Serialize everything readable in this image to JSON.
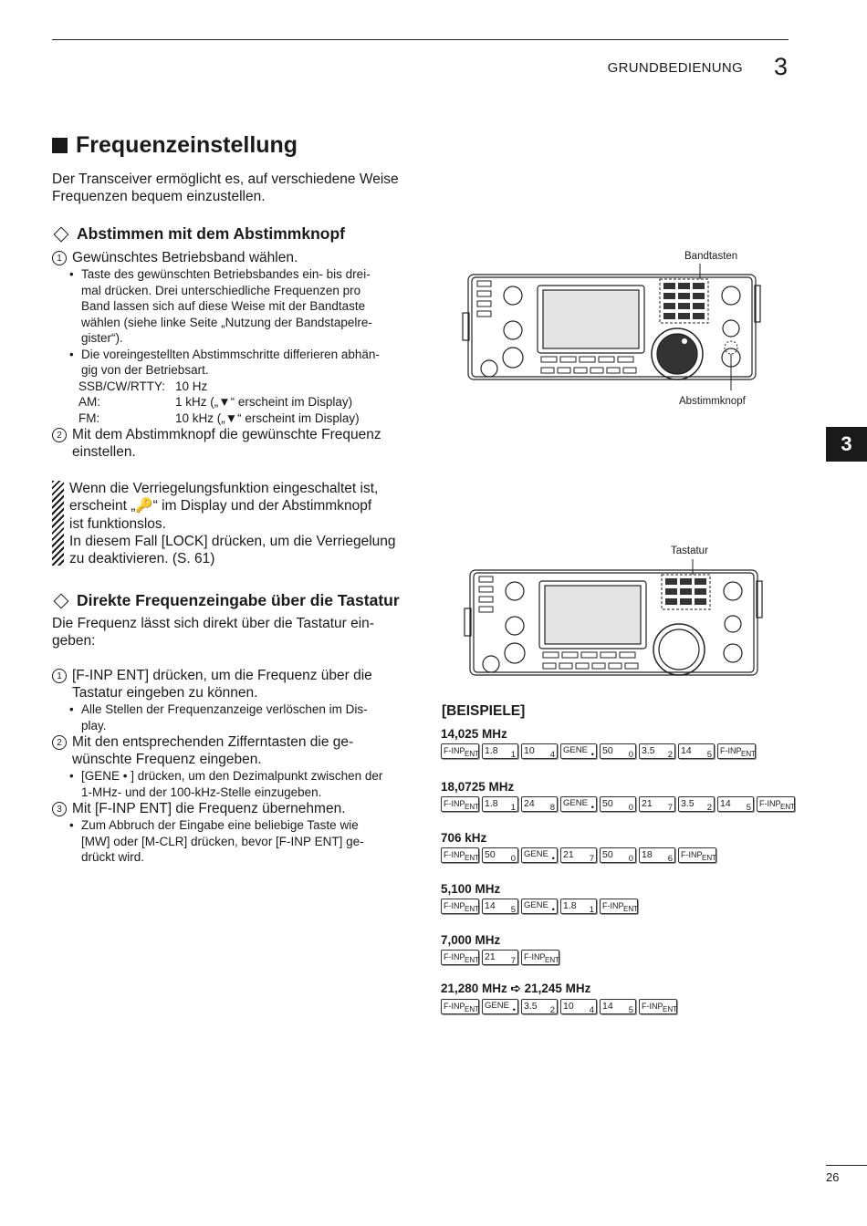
{
  "header": {
    "section_title": "GRUNDBEDIENUNG",
    "chapter": "3"
  },
  "side_tab": "3",
  "page_number": "26",
  "title": "Frequenzeinstellung",
  "intro": [
    "Der Transceiver ermöglicht es, auf verschiedene Weise",
    "Frequenzen bequem einzustellen."
  ],
  "section1": {
    "heading": "Abstimmen mit dem Abstimmknopf",
    "step1": {
      "num": "1",
      "text": "Gewünschtes Betriebsband wählen."
    },
    "bullet1": [
      "Taste des gewünschten Betriebsbandes ein- bis drei-",
      "mal drücken. Drei unterschiedliche Frequenzen pro",
      "Band lassen sich auf diese Weise mit der Bandtaste",
      "wählen (siehe linke Seite „Nutzung der Bandstapelre-",
      "gister“)."
    ],
    "bullet2": [
      "Die voreingestellten Abstimmschritte differieren abhän-",
      "gig von der Betriebsart."
    ],
    "steps_table": [
      {
        "mode": "SSB/CW/RTTY:",
        "value": "10 Hz"
      },
      {
        "mode": "AM:",
        "value": "1 kHz („▼“ erscheint im Display)"
      },
      {
        "mode": "FM:",
        "value": "10 kHz („▼“ erscheint im Display)"
      }
    ],
    "step2": {
      "num": "2",
      "text": [
        "Mit dem Abstimmknopf die gewünschte Frequenz",
        "einstellen."
      ]
    }
  },
  "note": {
    "lines": [
      "Wenn die Verriegelungsfunktion eingeschaltet ist,",
      "erscheint „🔑“ im Display und der Abstimmknopf",
      "ist funktionslos.",
      "In diesem Fall [LOCK] drücken, um die Verriegelung",
      "zu deaktivieren. (S. 61)"
    ]
  },
  "section2": {
    "heading": "Direkte Frequenzeingabe über die Tastatur",
    "intro": [
      "Die Frequenz lässt sich direkt über die Tastatur ein-",
      "geben:"
    ],
    "step1": {
      "num": "1",
      "text": [
        "[F-INP ENT] drücken, um die Frequenz über die",
        "Tastatur eingeben zu können."
      ]
    },
    "bullet1": [
      "Alle Stellen der Frequenzanzeige verlöschen im Dis-",
      "play."
    ],
    "step2": {
      "num": "2",
      "text": [
        "Mit den entsprechenden Zifferntasten die ge-",
        "wünschte Frequenz eingeben."
      ]
    },
    "bullet2": [
      "[GENE • ] drücken, um den Dezimalpunkt zwischen der",
      "1-MHz- und der 100-kHz-Stelle einzugeben."
    ],
    "step3": {
      "num": "3",
      "text": [
        "Mit [F-INP ENT] die Frequenz übernehmen."
      ]
    },
    "bullet3": [
      "Zum Abbruch der Eingabe eine beliebige Taste wie",
      "[MW] oder [M-CLR] drücken, bevor [F-INP ENT] ge-",
      "drückt wird."
    ]
  },
  "figures": {
    "label_bandtasten": "Bandtasten",
    "label_abstimmknopf": "Abstimmknopf",
    "label_tastatur": "Tastatur"
  },
  "examples": {
    "title": "[BEISPIELE]",
    "items": [
      {
        "label": "14,025 MHz",
        "keys": [
          [
            "F-INP",
            "ENT"
          ],
          [
            "1.8",
            "1"
          ],
          [
            "10",
            "4"
          ],
          [
            "GENE",
            "•"
          ],
          [
            "50",
            "0"
          ],
          [
            "3.5",
            "2"
          ],
          [
            "14",
            "5"
          ],
          [
            "F-INP",
            "ENT"
          ]
        ]
      },
      {
        "label": "18,0725 MHz",
        "keys": [
          [
            "F-INP",
            "ENT"
          ],
          [
            "1.8",
            "1"
          ],
          [
            "24",
            "8"
          ],
          [
            "GENE",
            "•"
          ],
          [
            "50",
            "0"
          ],
          [
            "21",
            "7"
          ],
          [
            "3.5",
            "2"
          ],
          [
            "14",
            "5"
          ],
          [
            "F-INP",
            "ENT"
          ]
        ]
      },
      {
        "label": "706 kHz",
        "keys": [
          [
            "F-INP",
            "ENT"
          ],
          [
            "50",
            "0"
          ],
          [
            "GENE",
            "•"
          ],
          [
            "21",
            "7"
          ],
          [
            "50",
            "0"
          ],
          [
            "18",
            "6"
          ],
          [
            "F-INP",
            "ENT"
          ]
        ]
      },
      {
        "label": "5,100 MHz",
        "keys": [
          [
            "F-INP",
            "ENT"
          ],
          [
            "14",
            "5"
          ],
          [
            "GENE",
            "•"
          ],
          [
            "1.8",
            "1"
          ],
          [
            "F-INP",
            "ENT"
          ]
        ]
      },
      {
        "label": "7,000 MHz",
        "keys": [
          [
            "F-INP",
            "ENT"
          ],
          [
            "21",
            "7"
          ],
          [
            "F-INP",
            "ENT"
          ]
        ]
      },
      {
        "label": "21,280 MHz ➪ 21,245 MHz",
        "keys": [
          [
            "F-INP",
            "ENT"
          ],
          [
            "GENE",
            "•"
          ],
          [
            "3.5",
            "2"
          ],
          [
            "10",
            "4"
          ],
          [
            "14",
            "5"
          ],
          [
            "F-INP",
            "ENT"
          ]
        ]
      }
    ]
  }
}
